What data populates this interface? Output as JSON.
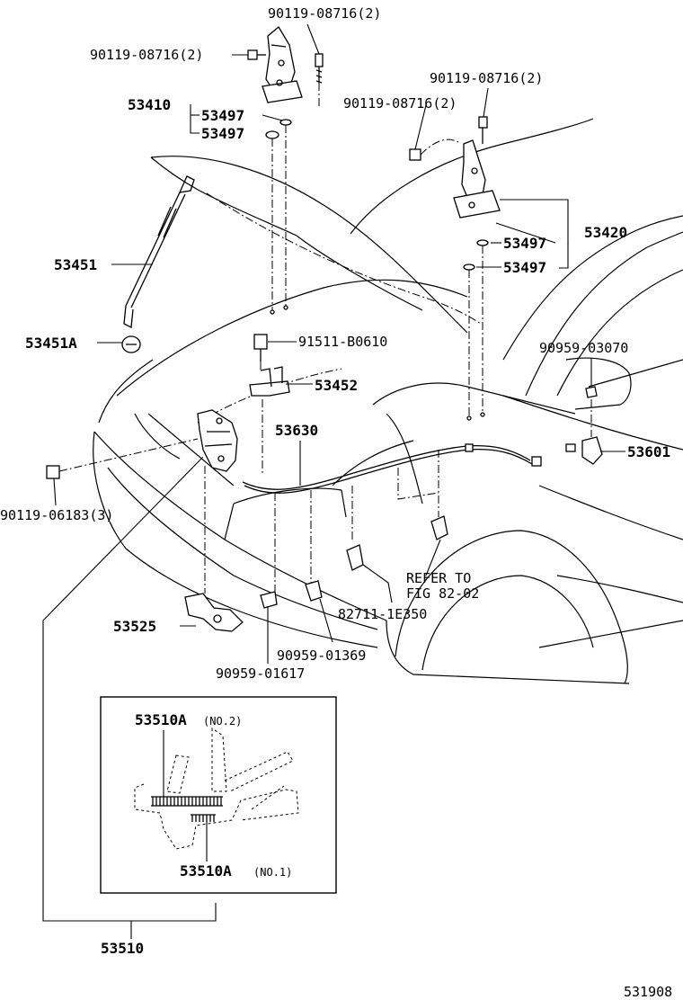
{
  "labels": {
    "bolt_top": "90119-08716(2)",
    "bolt_left": "90119-08716(2)",
    "hinge_lh": "53410",
    "washer_lh_a": "53497",
    "washer_lh_b": "53497",
    "bolt_rh_top": "90119-08716(2)",
    "bolt_rh_left": "90119-08716(2)",
    "hinge_rh": "53420",
    "washer_rh_a": "53497",
    "washer_rh_b": "53497",
    "support_rod": "53451",
    "cushion": "53451A",
    "bolt_striker": "91511-B0610",
    "striker": "53452",
    "cable": "53630",
    "clip_right": "90959-03070",
    "lever": "53601",
    "bolt_lock": "90119-06183(3)",
    "refer_line1": "REFER TO",
    "refer_line2": "FIG 82-02",
    "wire_harness": "82711-1E350",
    "lock_support": "53525",
    "clip_a": "90959-01369",
    "clip_b": "90959-01617",
    "spring_no2": "53510A",
    "spring_no2_sub": "(NO.2)",
    "spring_no1": "53510A",
    "spring_no1_sub": "(NO.1)",
    "hood_lock": "53510",
    "figure_code": "531908"
  }
}
